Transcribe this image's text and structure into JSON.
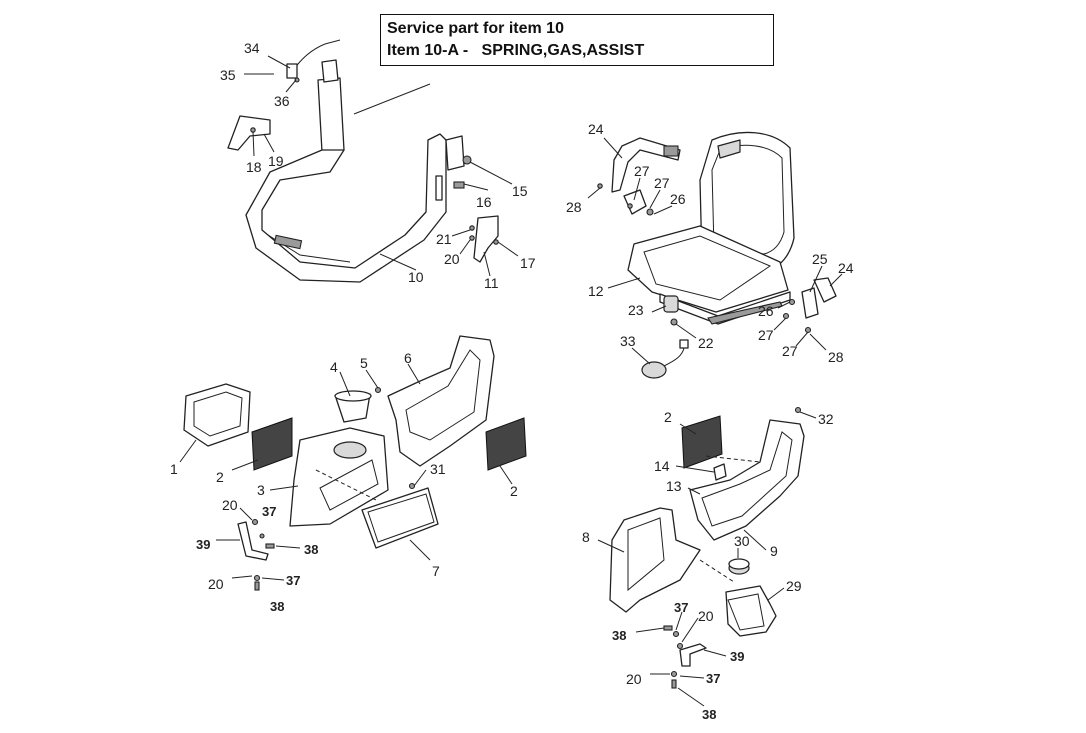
{
  "callout": {
    "line1": "Service part for item 10",
    "line2": "Item 10-A -   SPRING,GAS,ASSIST"
  },
  "labels": [
    {
      "n": "34"
    },
    {
      "n": "35"
    },
    {
      "n": "36"
    },
    {
      "n": "18"
    },
    {
      "n": "19"
    },
    {
      "n": "16"
    },
    {
      "n": "15"
    },
    {
      "n": "21"
    },
    {
      "n": "20"
    },
    {
      "n": "17"
    },
    {
      "n": "10"
    },
    {
      "n": "11"
    },
    {
      "n": "24"
    },
    {
      "n": "27"
    },
    {
      "n": "27"
    },
    {
      "n": "26"
    },
    {
      "n": "28"
    },
    {
      "n": "12"
    },
    {
      "n": "25"
    },
    {
      "n": "24"
    },
    {
      "n": "26"
    },
    {
      "n": "23"
    },
    {
      "n": "22"
    },
    {
      "n": "27"
    },
    {
      "n": "27"
    },
    {
      "n": "28"
    },
    {
      "n": "33"
    },
    {
      "n": "4"
    },
    {
      "n": "5"
    },
    {
      "n": "6"
    },
    {
      "n": "1"
    },
    {
      "n": "2"
    },
    {
      "n": "3"
    },
    {
      "n": "31"
    },
    {
      "n": "2"
    },
    {
      "n": "20"
    },
    {
      "n": "37"
    },
    {
      "n": "39"
    },
    {
      "n": "38"
    },
    {
      "n": "20"
    },
    {
      "n": "37"
    },
    {
      "n": "38"
    },
    {
      "n": "7"
    },
    {
      "n": "2"
    },
    {
      "n": "32"
    },
    {
      "n": "14"
    },
    {
      "n": "13"
    },
    {
      "n": "8"
    },
    {
      "n": "9"
    },
    {
      "n": "30"
    },
    {
      "n": "29"
    },
    {
      "n": "37"
    },
    {
      "n": "20"
    },
    {
      "n": "38"
    },
    {
      "n": "39"
    },
    {
      "n": "20"
    },
    {
      "n": "37"
    },
    {
      "n": "38"
    }
  ]
}
